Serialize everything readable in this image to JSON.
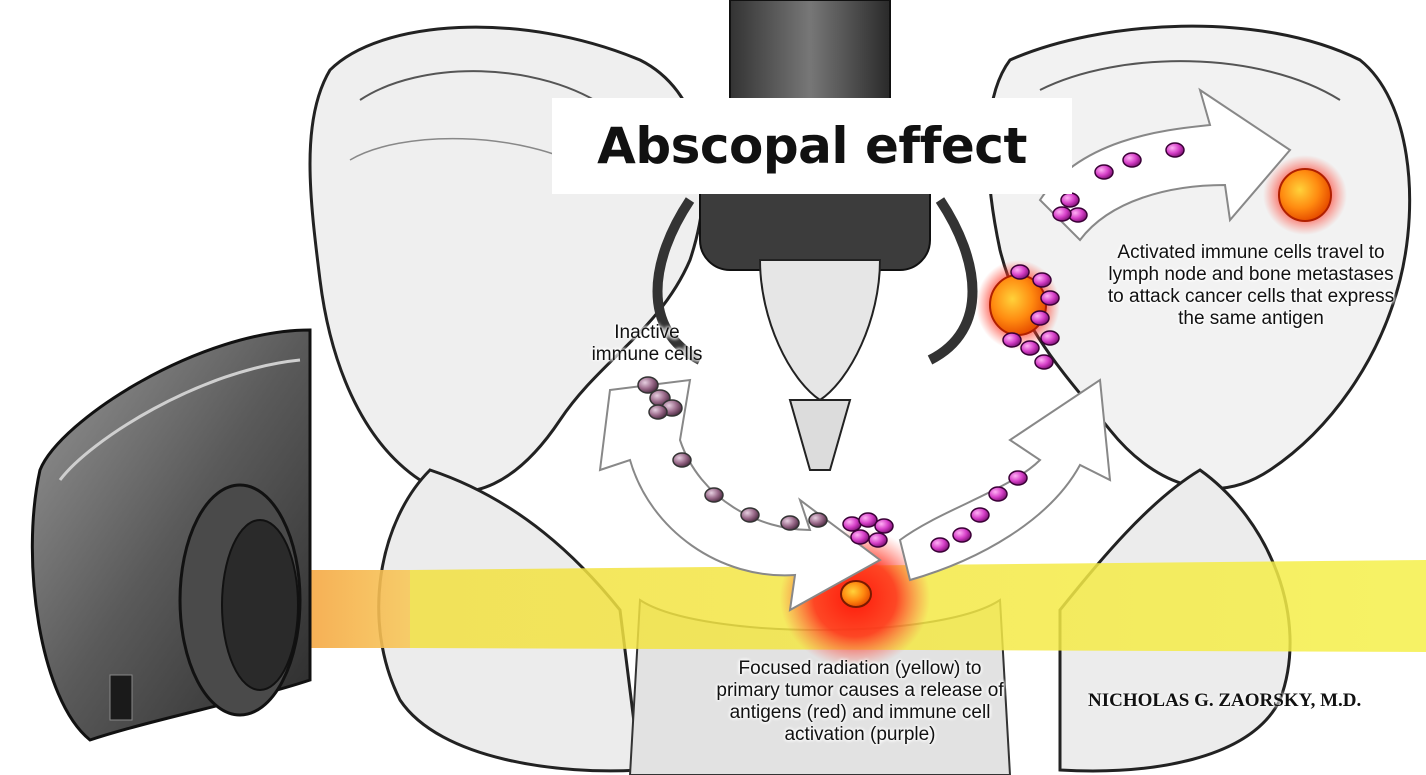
{
  "title": "Abscopal effect",
  "labels": {
    "inactive_cells": [
      "Inactive",
      "immune cells"
    ],
    "activated_cells": [
      "Activated immune cells travel to",
      "lymph node and bone metastases",
      "to attack cancer cells that express",
      "the same antigen"
    ],
    "radiation": [
      "Focused radiation (yellow) to",
      "primary tumor causes a release of",
      "antigens (red) and immune cell",
      "activation (purple)"
    ]
  },
  "credit": "NICHOLAS G. ZAORSKY, M.D.",
  "colors": {
    "radiation_beam": "#f2ee3a",
    "linac_beam": "#f7b24a",
    "antigen": "#ff2a1a",
    "tumor": "#ff7a10",
    "inactive_cell": "#9a6a8a",
    "active_cell": "#d63fc8"
  }
}
